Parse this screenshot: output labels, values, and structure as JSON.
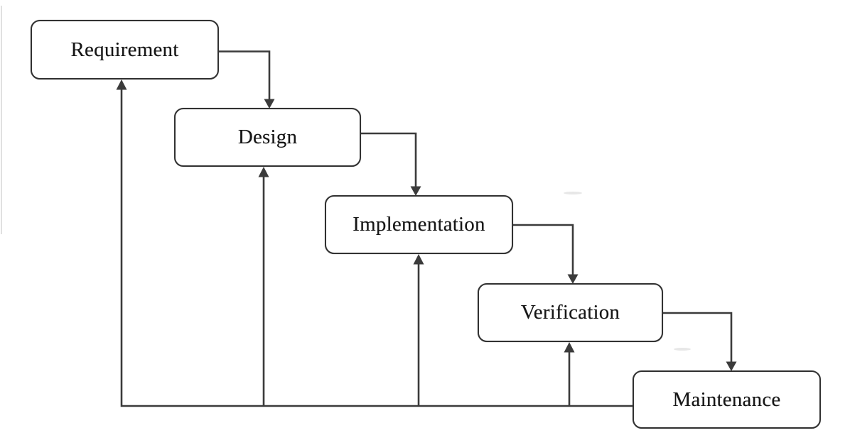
{
  "diagram": {
    "kind": "flowchart",
    "model": "waterfall",
    "nodes": [
      {
        "id": "requirement",
        "label": "Requirement"
      },
      {
        "id": "design",
        "label": "Design"
      },
      {
        "id": "implementation",
        "label": "Implementation"
      },
      {
        "id": "verification",
        "label": "Verification"
      },
      {
        "id": "maintenance",
        "label": "Maintenance"
      }
    ],
    "edges": [
      {
        "from": "requirement",
        "to": "design",
        "type": "forward",
        "style": "elbow-right-down-arrow"
      },
      {
        "from": "design",
        "to": "implementation",
        "type": "forward",
        "style": "elbow-right-down-arrow"
      },
      {
        "from": "implementation",
        "to": "verification",
        "type": "forward",
        "style": "elbow-right-down-arrow"
      },
      {
        "from": "verification",
        "to": "maintenance",
        "type": "forward",
        "style": "elbow-right-down-arrow"
      },
      {
        "from": "maintenance",
        "to": "requirement",
        "type": "feedback",
        "style": "bottom-bus-up-arrow"
      },
      {
        "from": "maintenance",
        "to": "design",
        "type": "feedback",
        "style": "bottom-bus-up-arrow"
      },
      {
        "from": "maintenance",
        "to": "implementation",
        "type": "feedback",
        "style": "bottom-bus-up-arrow"
      },
      {
        "from": "maintenance",
        "to": "verification",
        "type": "feedback",
        "style": "bottom-bus-up-arrow"
      }
    ],
    "colors": {
      "background": "#ffffff",
      "box_fill": "#ffffff",
      "box_border": "#313131",
      "line": "#3b3b3b",
      "text": "#161616"
    }
  }
}
